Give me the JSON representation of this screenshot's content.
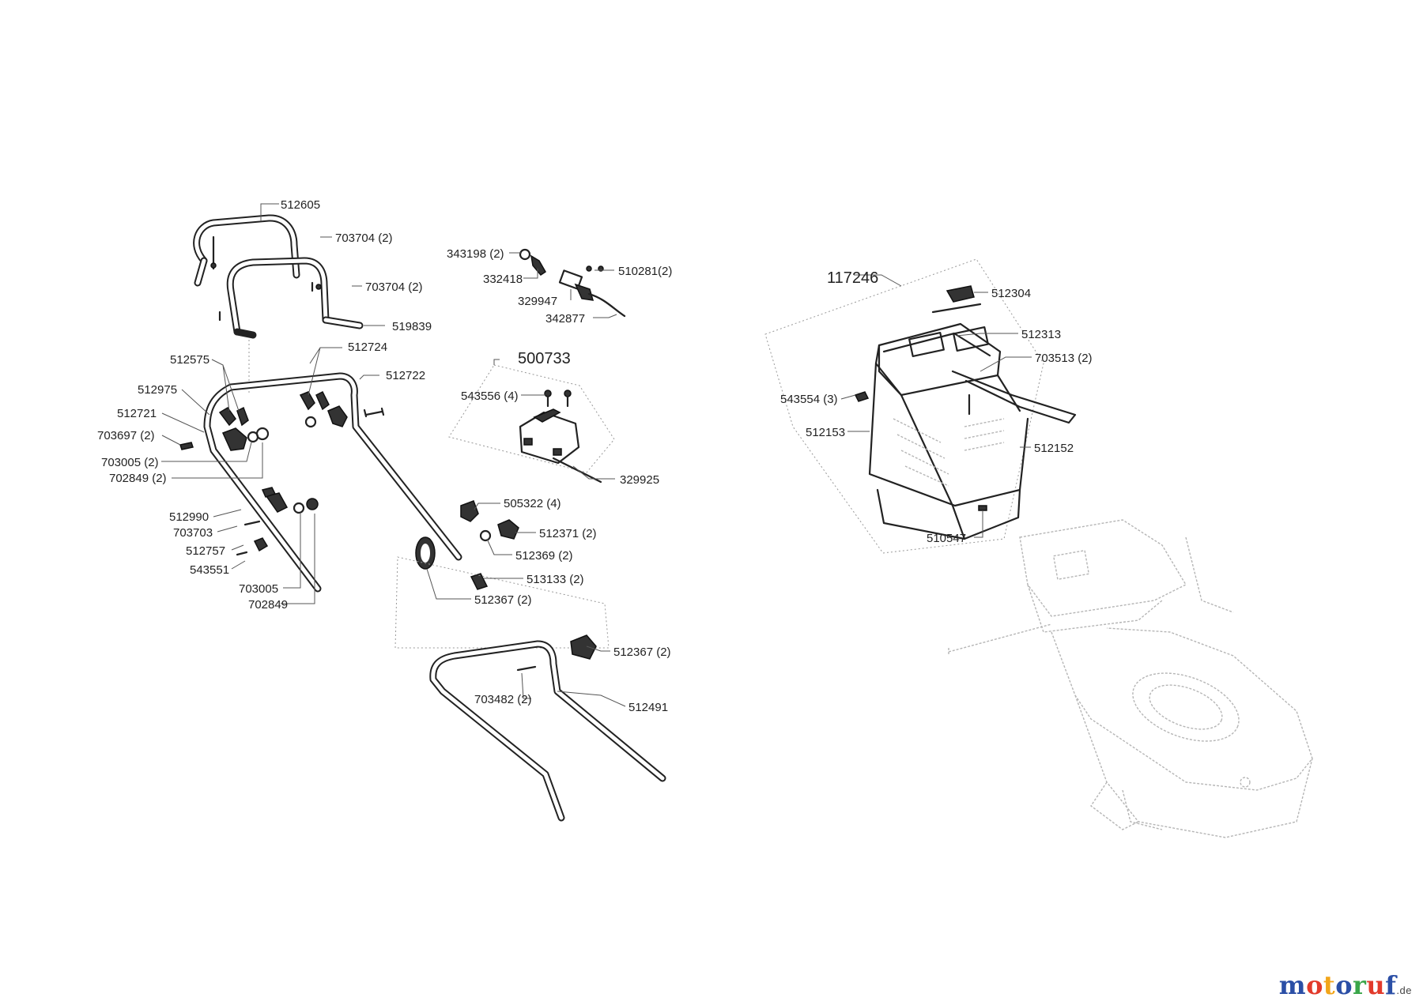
{
  "group_labels": [
    {
      "id": "grp-500733",
      "text": "500733"
    },
    {
      "id": "grp-117246",
      "text": "117246"
    }
  ],
  "part_labels": [
    {
      "id": "p1",
      "text": "512605"
    },
    {
      "id": "p2",
      "text": "703704 (2)"
    },
    {
      "id": "p3",
      "text": "703704 (2)"
    },
    {
      "id": "p4",
      "text": "519839"
    },
    {
      "id": "p5",
      "text": "512724"
    },
    {
      "id": "p6",
      "text": "512575"
    },
    {
      "id": "p7",
      "text": "512722"
    },
    {
      "id": "p8",
      "text": "512975"
    },
    {
      "id": "p9",
      "text": "512721"
    },
    {
      "id": "p10",
      "text": "703697 (2)"
    },
    {
      "id": "p11",
      "text": "703005 (2)"
    },
    {
      "id": "p12",
      "text": "702849 (2)"
    },
    {
      "id": "p13",
      "text": "512990"
    },
    {
      "id": "p14",
      "text": "703703"
    },
    {
      "id": "p15",
      "text": "512757"
    },
    {
      "id": "p16",
      "text": "543551"
    },
    {
      "id": "p17",
      "text": "703005"
    },
    {
      "id": "p18",
      "text": "702849"
    },
    {
      "id": "p19",
      "text": "343198 (2)"
    },
    {
      "id": "p20",
      "text": "332418"
    },
    {
      "id": "p21",
      "text": "510281(2)"
    },
    {
      "id": "p22",
      "text": "329947"
    },
    {
      "id": "p23",
      "text": "342877"
    },
    {
      "id": "p24",
      "text": "543556 (4)"
    },
    {
      "id": "p25",
      "text": "329925"
    },
    {
      "id": "p26",
      "text": "505322 (4)"
    },
    {
      "id": "p27",
      "text": "512371 (2)"
    },
    {
      "id": "p28",
      "text": "512369 (2)"
    },
    {
      "id": "p29",
      "text": "513133 (2)"
    },
    {
      "id": "p30",
      "text": "512367 (2)"
    },
    {
      "id": "p31",
      "text": "512367 (2)"
    },
    {
      "id": "p32",
      "text": "703482 (2)"
    },
    {
      "id": "p33",
      "text": "512491"
    },
    {
      "id": "p34",
      "text": "512304"
    },
    {
      "id": "p35",
      "text": "512313"
    },
    {
      "id": "p36",
      "text": "703513 (2)"
    },
    {
      "id": "p37",
      "text": "543554 (3)"
    },
    {
      "id": "p38",
      "text": "512153"
    },
    {
      "id": "p39",
      "text": "512152"
    },
    {
      "id": "p40",
      "text": "510547"
    }
  ],
  "brand": {
    "letters": [
      "m",
      "o",
      "t",
      "o",
      "r",
      "u",
      "f"
    ],
    "letter_colors": [
      "#2b4fa6",
      "#e23a2b",
      "#f2a51a",
      "#2b4fa6",
      "#3aa64a",
      "#e23a2b",
      "#2b4fa6"
    ],
    "suffix": ".de"
  }
}
